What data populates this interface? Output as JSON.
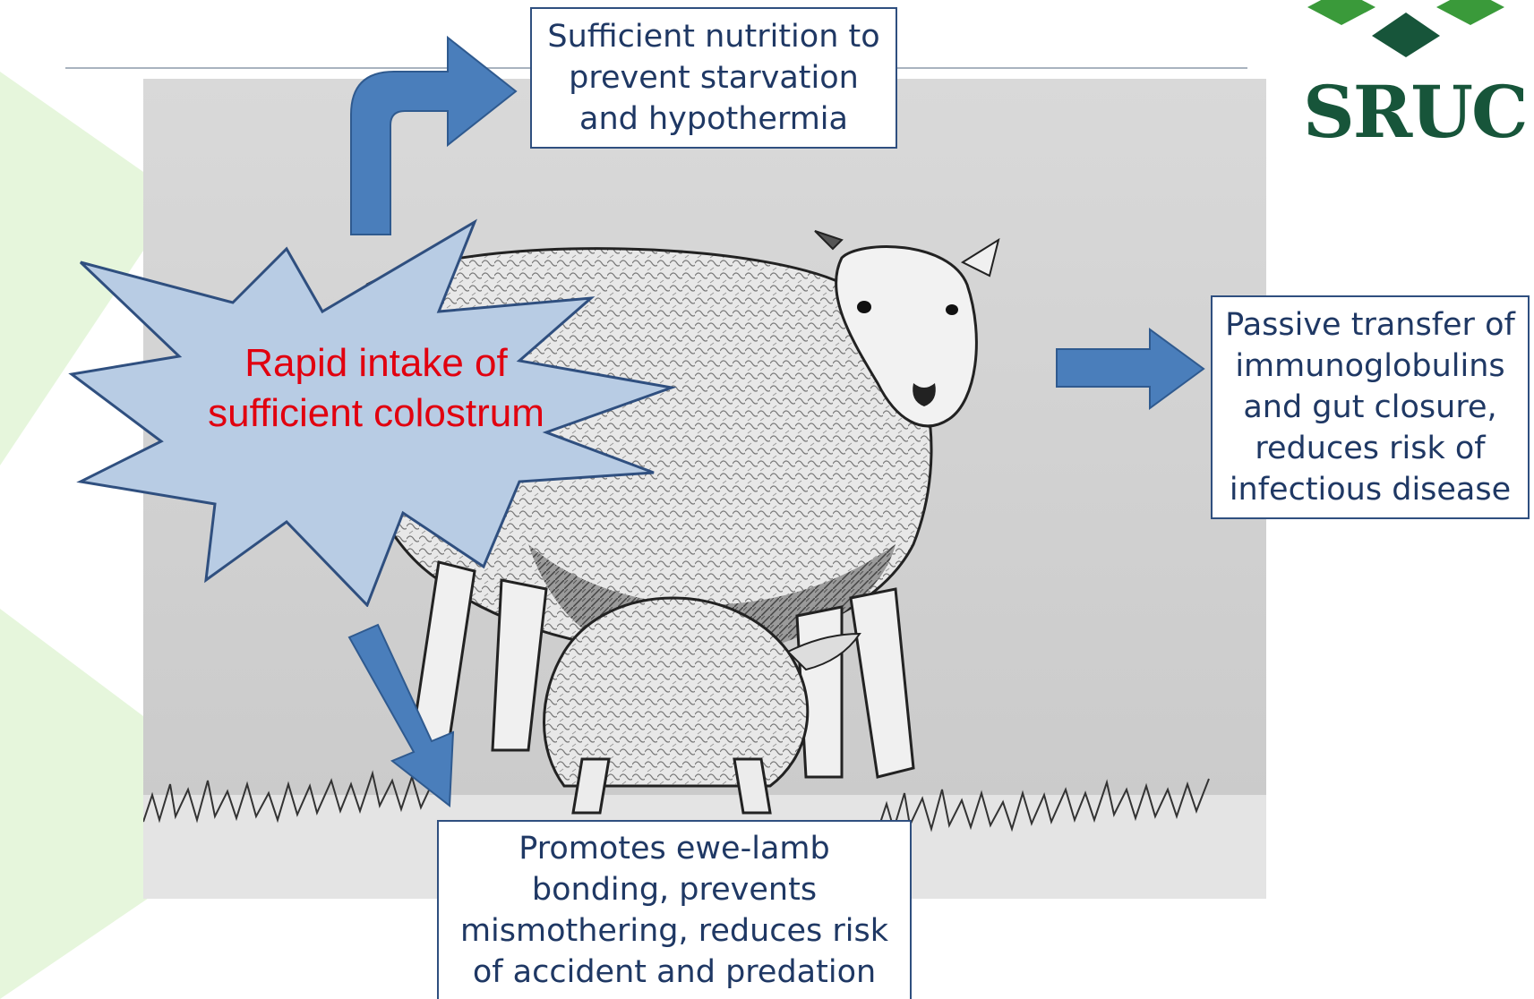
{
  "brand": {
    "logo_text": "SRUC",
    "colors": {
      "logo_green": "#17553a",
      "logo_light_green": "#3a9a3a",
      "deco_green": "#e6f6dc"
    }
  },
  "diagram": {
    "center_label": "Rapid intake of\nsufficient colostrum",
    "center_shape": "star-burst",
    "center_fill": "#b8cce4",
    "center_text_color": "#e1000f",
    "arrow_color": "#4a7ebb",
    "outcomes": [
      {
        "id": "nutrition",
        "text": "Sufficient nutrition to\nprevent starvation\nand hypothermia"
      },
      {
        "id": "immunity",
        "text": "Passive transfer of\nimmunoglobulins\nand gut closure,\nreduces risk of\ninfectious disease"
      },
      {
        "id": "bonding",
        "text": "Promotes ewe-lamb\nbonding, prevents\nmismothering, reduces risk\nof accident and predation"
      }
    ]
  },
  "illustration": {
    "subject": "ewe-suckling-lamb-drawing"
  }
}
